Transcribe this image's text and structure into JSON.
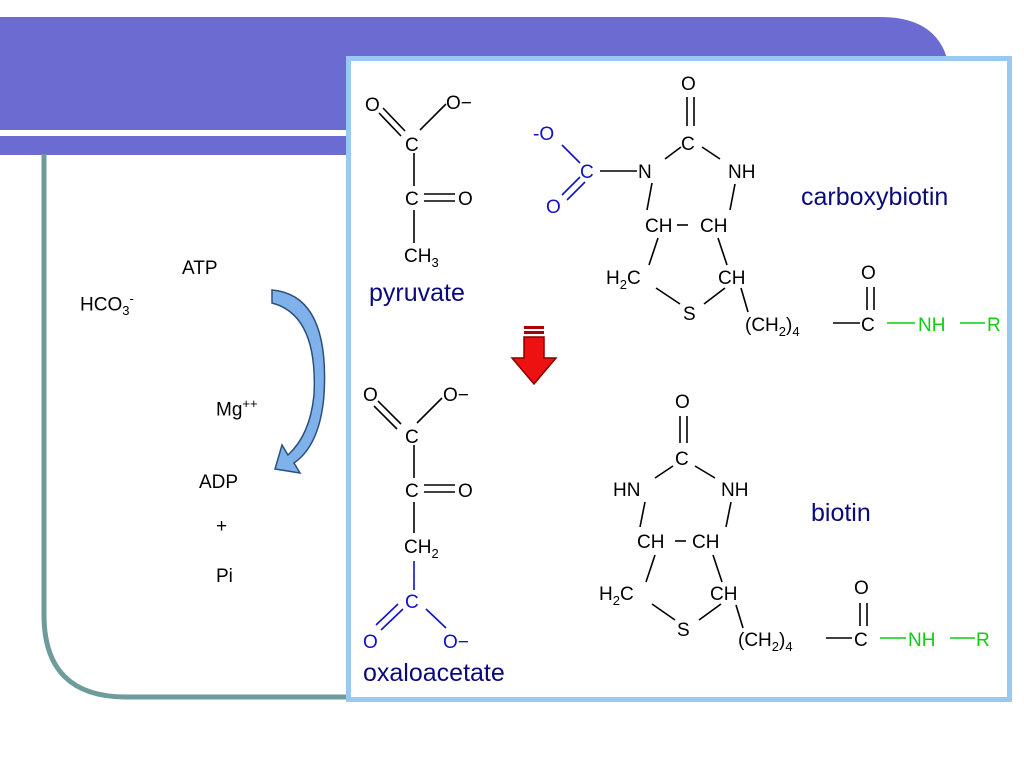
{
  "colors": {
    "header": "#6b6bd1",
    "frame": "#6e9b9b",
    "panel_border": "#99c9f2",
    "blue": "#1010c8",
    "green": "#11cc11",
    "red": "#ee1111",
    "name": "#0a0a7a"
  },
  "left": {
    "hco3": "HCO",
    "hco3_sub": "3",
    "hco3_sup": "-",
    "atp": "ATP",
    "mg": "Mg",
    "mg_sup": "++",
    "adp": "ADP",
    "plus": "+",
    "pi": "Pi"
  },
  "names": {
    "pyruvate": "pyruvate",
    "oxaloacetate": "oxaloacetate",
    "carboxybiotin": "carboxybiotin",
    "biotin": "biotin"
  },
  "atoms": {
    "O": "O",
    "O_minus": "O−",
    "C": "C",
    "CH": "CH",
    "CH3": "CH",
    "sub3": "3",
    "CH2": "CH",
    "sub2": "2",
    "H2C_H": "H",
    "H2C_C": "C",
    "S": "S",
    "NH": "NH",
    "N": "N",
    "HN": "HN",
    "R": "R",
    "CH2n": "(CH",
    "CH2n_close": ")",
    "sub4": "4",
    "neg_O": "-O"
  },
  "icons": {
    "curved_arrow": "curved-arrow-icon",
    "down_arrow": "down-arrow-icon"
  }
}
